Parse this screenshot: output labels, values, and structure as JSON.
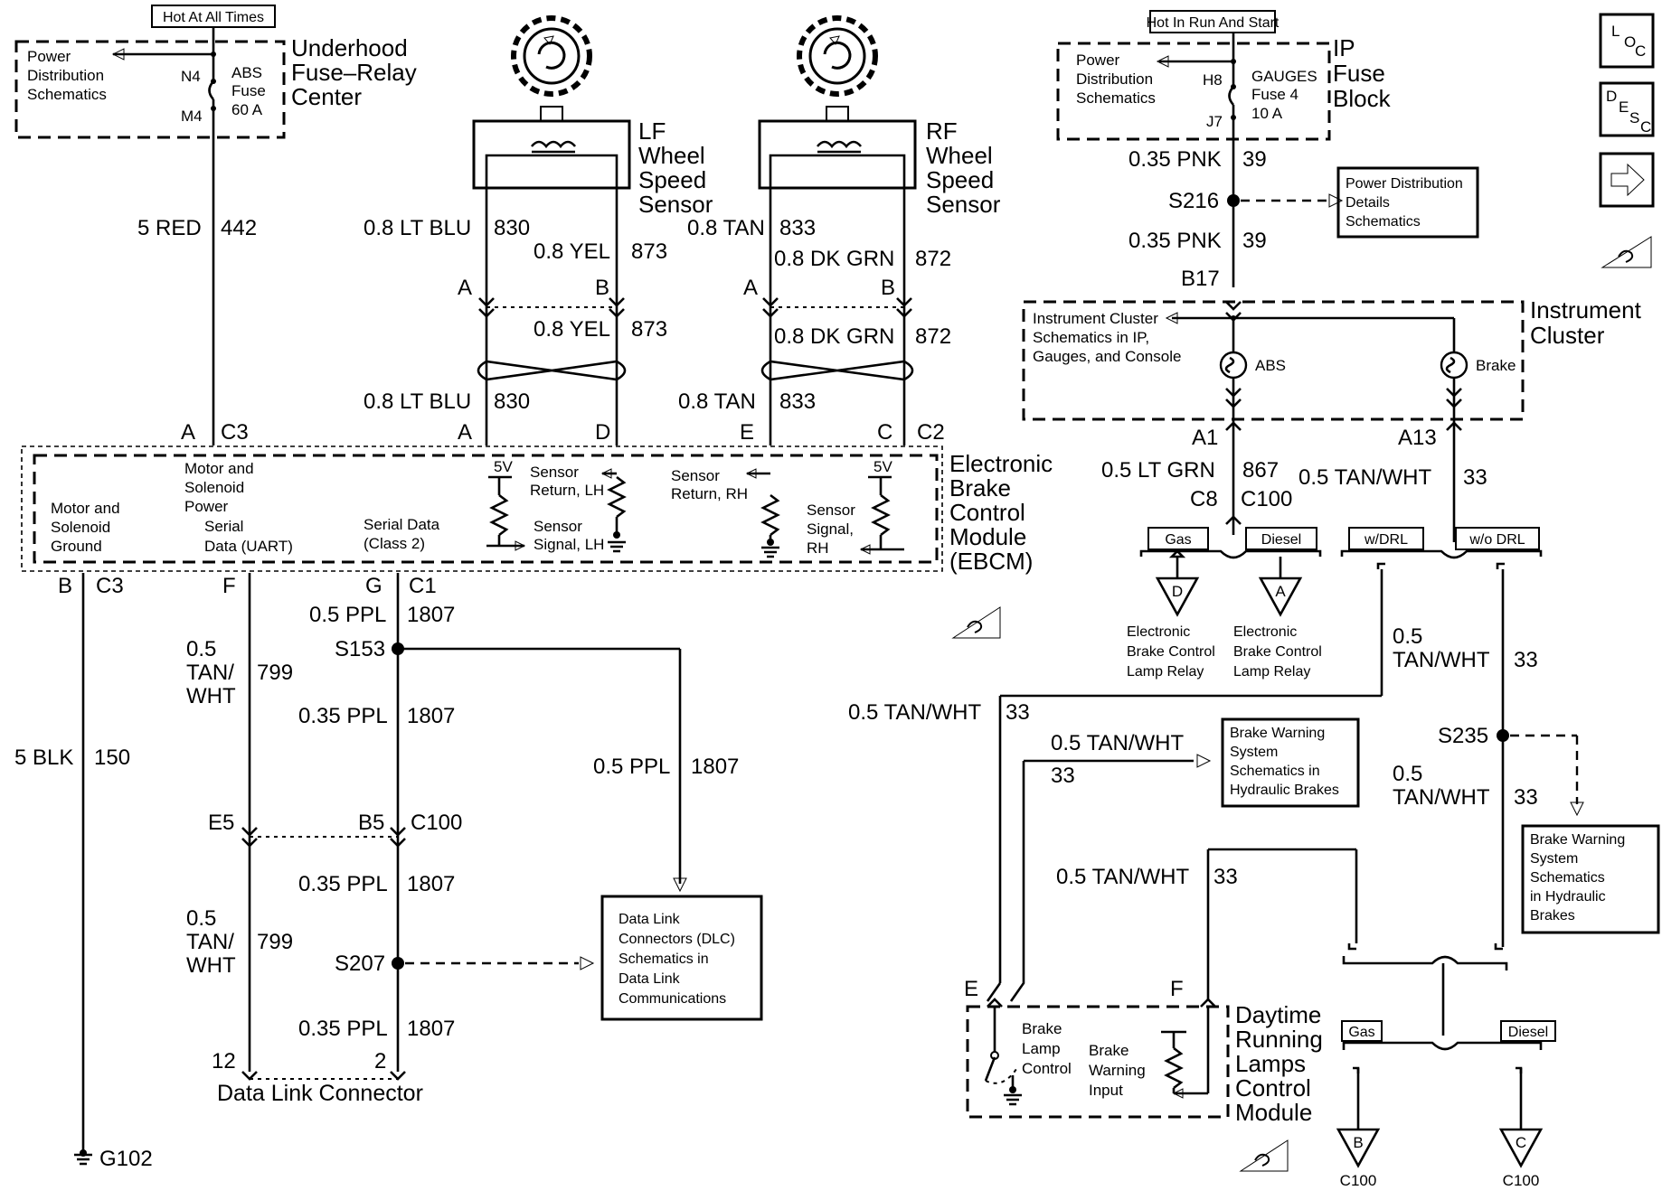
{
  "hot_at_all_times": "Hot At All Times",
  "hot_in_run_start": "Hot In Run And Start",
  "underhood": {
    "power_dist": [
      "Power",
      "Distribution",
      "Schematics"
    ],
    "fuse_name": [
      "ABS",
      "Fuse",
      "60 A"
    ],
    "pin_in": "N4",
    "pin_out": "M4",
    "title": [
      "Underhood",
      "Fuse–Relay",
      "Center"
    ]
  },
  "ip_fuse": {
    "power_dist": [
      "Power",
      "Distribution",
      "Schematics"
    ],
    "fuse_name": [
      "GAUGES",
      "Fuse 4",
      "10 A"
    ],
    "pin_in": "H8",
    "pin_out": "J7",
    "title": [
      "IP",
      "Fuse",
      "Block"
    ]
  },
  "lf_sensor": [
    "LF",
    "Wheel",
    "Speed",
    "Sensor"
  ],
  "rf_sensor": [
    "RF",
    "Wheel",
    "Speed",
    "Sensor"
  ],
  "wires": {
    "red442": [
      "5 RED",
      "442"
    ],
    "ltblu830": [
      "0.8 LT BLU",
      "830"
    ],
    "yel873": [
      "0.8 YEL",
      "873"
    ],
    "tan833": [
      "0.8 TAN",
      "833"
    ],
    "dkgrn872": [
      "0.8 DK GRN",
      "872"
    ],
    "pnk39": [
      "0.35 PNK",
      "39"
    ],
    "ltgrn867": [
      "0.5 LT GRN",
      "867"
    ],
    "tanwht33": [
      "0.5 TAN/WHT",
      "33"
    ],
    "ppl1807": [
      "0.5 PPL",
      "1807"
    ],
    "ppl1807s": [
      "0.35 PPL",
      "1807"
    ],
    "tanwht799": [
      "0.5",
      "TAN/",
      "WHT",
      "799"
    ],
    "blk150": [
      "5 BLK",
      "150"
    ],
    "tanwht33b": [
      "0.5",
      "TAN/WHT",
      "33"
    ]
  },
  "connectors": {
    "A": "A",
    "B": "B",
    "C": "C",
    "D": "D",
    "E": "E",
    "F": "F",
    "G": "G",
    "C1": "C1",
    "C2": "C2",
    "C3": "C3",
    "C100": "C100",
    "A1": "A1",
    "A13": "A13",
    "B17": "B17",
    "C8": "C8",
    "E5": "E5",
    "B5": "B5",
    "n12": "12",
    "n2": "2"
  },
  "splices": {
    "s216": "S216",
    "s153": "S153",
    "s207": "S207",
    "s235": "S235"
  },
  "ground": "G102",
  "power_details": [
    "Power Distribution",
    "Details",
    "Schematics"
  ],
  "cluster": {
    "ref": [
      "Instrument Cluster",
      "Schematics in IP,",
      "Gauges, and Console"
    ],
    "abs": "ABS",
    "brake": "Brake",
    "title": [
      "Instrument",
      "Cluster"
    ]
  },
  "ebcm": {
    "title": [
      "Electronic",
      "Brake",
      "Control",
      "Module",
      "(EBCM)"
    ],
    "motor_ground": [
      "Motor and",
      "Solenoid",
      "Ground"
    ],
    "motor_power": [
      "Motor and",
      "Solenoid",
      "Power"
    ],
    "serial_uart": [
      "Serial",
      "Data (UART)"
    ],
    "serial_class2": [
      "Serial Data",
      "(Class 2)"
    ],
    "five_v": "5V",
    "ret_lh": [
      "Sensor",
      "Return, LH"
    ],
    "sig_lh": [
      "Sensor",
      "Signal, LH"
    ],
    "ret_rh": [
      "Sensor",
      "Return, RH"
    ],
    "sig_rh": [
      "Sensor",
      "Signal,",
      "RH"
    ]
  },
  "options": {
    "gas": "Gas",
    "diesel": "Diesel",
    "wdrl": "w/DRL",
    "wodrl": "w/o DRL"
  },
  "relay": [
    "Electronic",
    "Brake Control",
    "Lamp Relay"
  ],
  "refs": {
    "d": "D",
    "a": "A",
    "b": "B",
    "c": "C"
  },
  "brake_warn": [
    "Brake Warning",
    "System",
    "Schematics in",
    "Hydraulic Brakes"
  ],
  "brake_warn2": [
    "Brake Warning",
    "System",
    "Schematics",
    "in Hydraulic",
    "Brakes"
  ],
  "dlc_box": [
    "Data Link",
    "Connectors (DLC)",
    "Schematics in",
    "Data Link",
    "Communications"
  ],
  "dlc_label": "Data Link Connector",
  "drl": {
    "lamp_ctrl": [
      "Brake",
      "Lamp",
      "Control"
    ],
    "warn_input": [
      "Brake",
      "Warning",
      "Input"
    ],
    "title": [
      "Daytime",
      "Running",
      "Lamps",
      "Control",
      "Module"
    ]
  },
  "nav": {
    "loc": [
      "L",
      "O",
      "C"
    ],
    "desc": [
      "D",
      "E",
      "S",
      "C"
    ]
  },
  "icons": [
    "esd-warning-icon",
    "next-arrow-icon"
  ]
}
